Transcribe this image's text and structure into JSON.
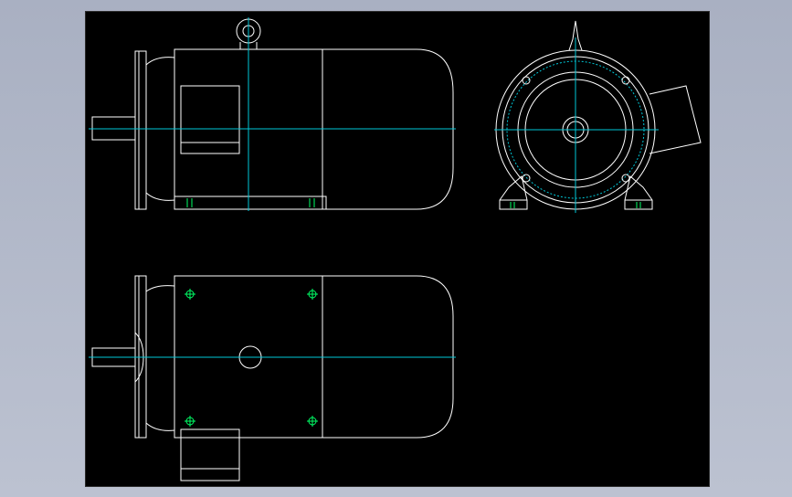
{
  "app": {
    "window_title": "",
    "viewport_background": "#000000",
    "outer_background": "#b4bbcc"
  },
  "drawing": {
    "views": [
      "side-view",
      "end-view",
      "top-view"
    ],
    "colors": {
      "outline": "#ffffff",
      "center_line": "#00c8d8",
      "hatch_marks": "#00ff66"
    }
  }
}
